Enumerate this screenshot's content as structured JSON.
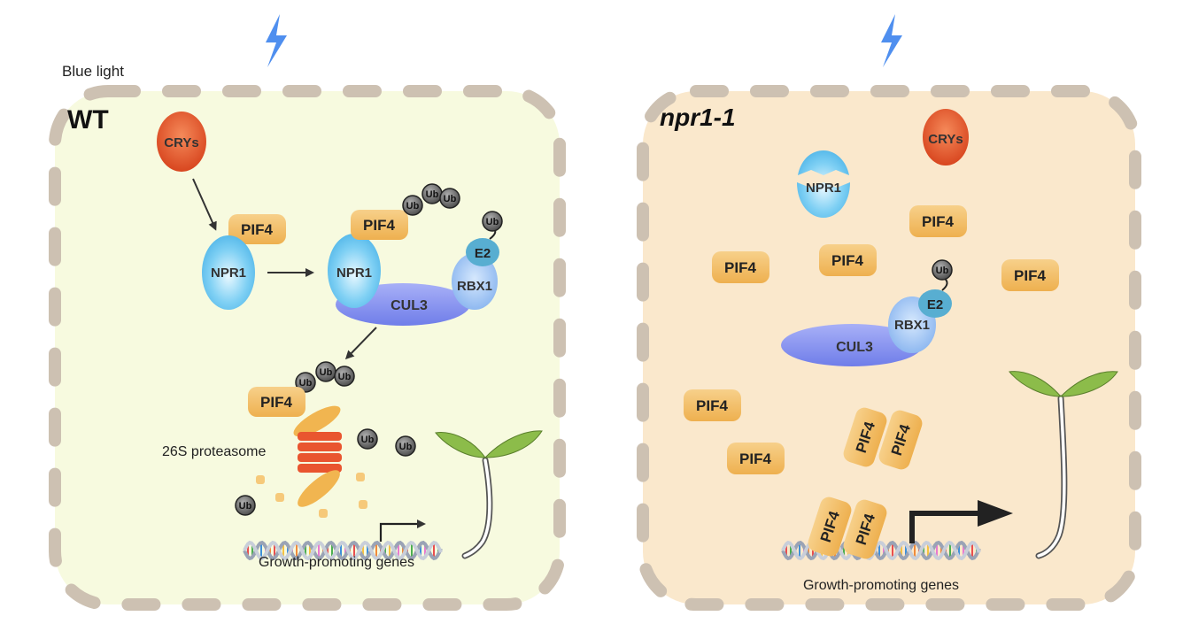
{
  "caption": {
    "blue_light": "Blue light"
  },
  "colors": {
    "wt_cell": "#f7fadf",
    "mutant_cell": "#fae8cc",
    "membrane": "#cdc1b2",
    "bolt": "#4f8fef",
    "cry": "#e0572a",
    "npr1": "#6fc6f0",
    "pif4": "#f1bd65",
    "ub": "#6f6f6f",
    "cul3": "#8a94ee",
    "rbx1": "#9ec6f4",
    "e2": "#58aed1",
    "proteasome": "#e9552f",
    "leaf": "#8cbc4a"
  },
  "panels": [
    {
      "id": "wt",
      "label": "WT",
      "italic": false,
      "cry_label": "CRYs",
      "npr1_label": "NPR1",
      "npr1_complex_label": "NPR1",
      "pif4_label": "PIF4",
      "pif4_bound_label": "PIF4",
      "pif4_degraded_label": "PIF4",
      "cul3_label": "CUL3",
      "rbx1_label": "RBX1",
      "e2_label": "E2",
      "ub_label": "Ub",
      "proteasome_label": "26S proteasome",
      "genes_label": "Growth-promoting genes"
    },
    {
      "id": "npr1-1",
      "label": "npr1-1",
      "italic": true,
      "cry_label": "CRYs",
      "npr1_label": "NPR1",
      "pif4_labels": [
        "PIF4",
        "PIF4",
        "PIF4",
        "PIF4",
        "PIF4",
        "PIF4",
        "PIF4",
        "PIF4",
        "PIF4",
        "PIF4"
      ],
      "cul3_label": "CUL3",
      "rbx1_label": "RBX1",
      "e2_label": "E2",
      "ub_label": "Ub",
      "genes_label": "Growth-promoting genes"
    }
  ]
}
